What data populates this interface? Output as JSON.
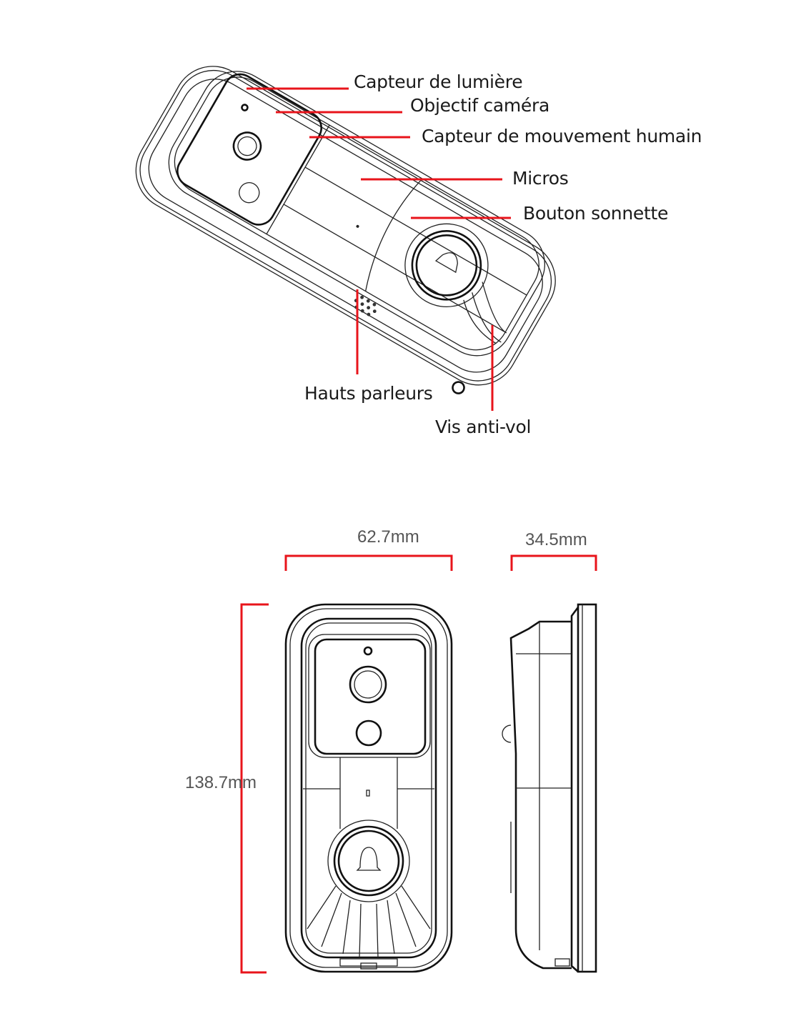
{
  "labels": {
    "light_sensor": "Capteur de lumière",
    "camera_lens": "Objectif caméra",
    "motion_sensor": "Capteur de mouvement humain",
    "microphone": "Micros",
    "doorbell_button": "Bouton sonnette",
    "speakers": "Hauts parleurs",
    "antitheft_screw": "Vis anti-vol"
  },
  "dimensions": {
    "width": "62.7mm",
    "depth": "34.5mm",
    "height": "138.7mm"
  },
  "colors": {
    "callout": "#e8141b",
    "outline": "#222222"
  }
}
